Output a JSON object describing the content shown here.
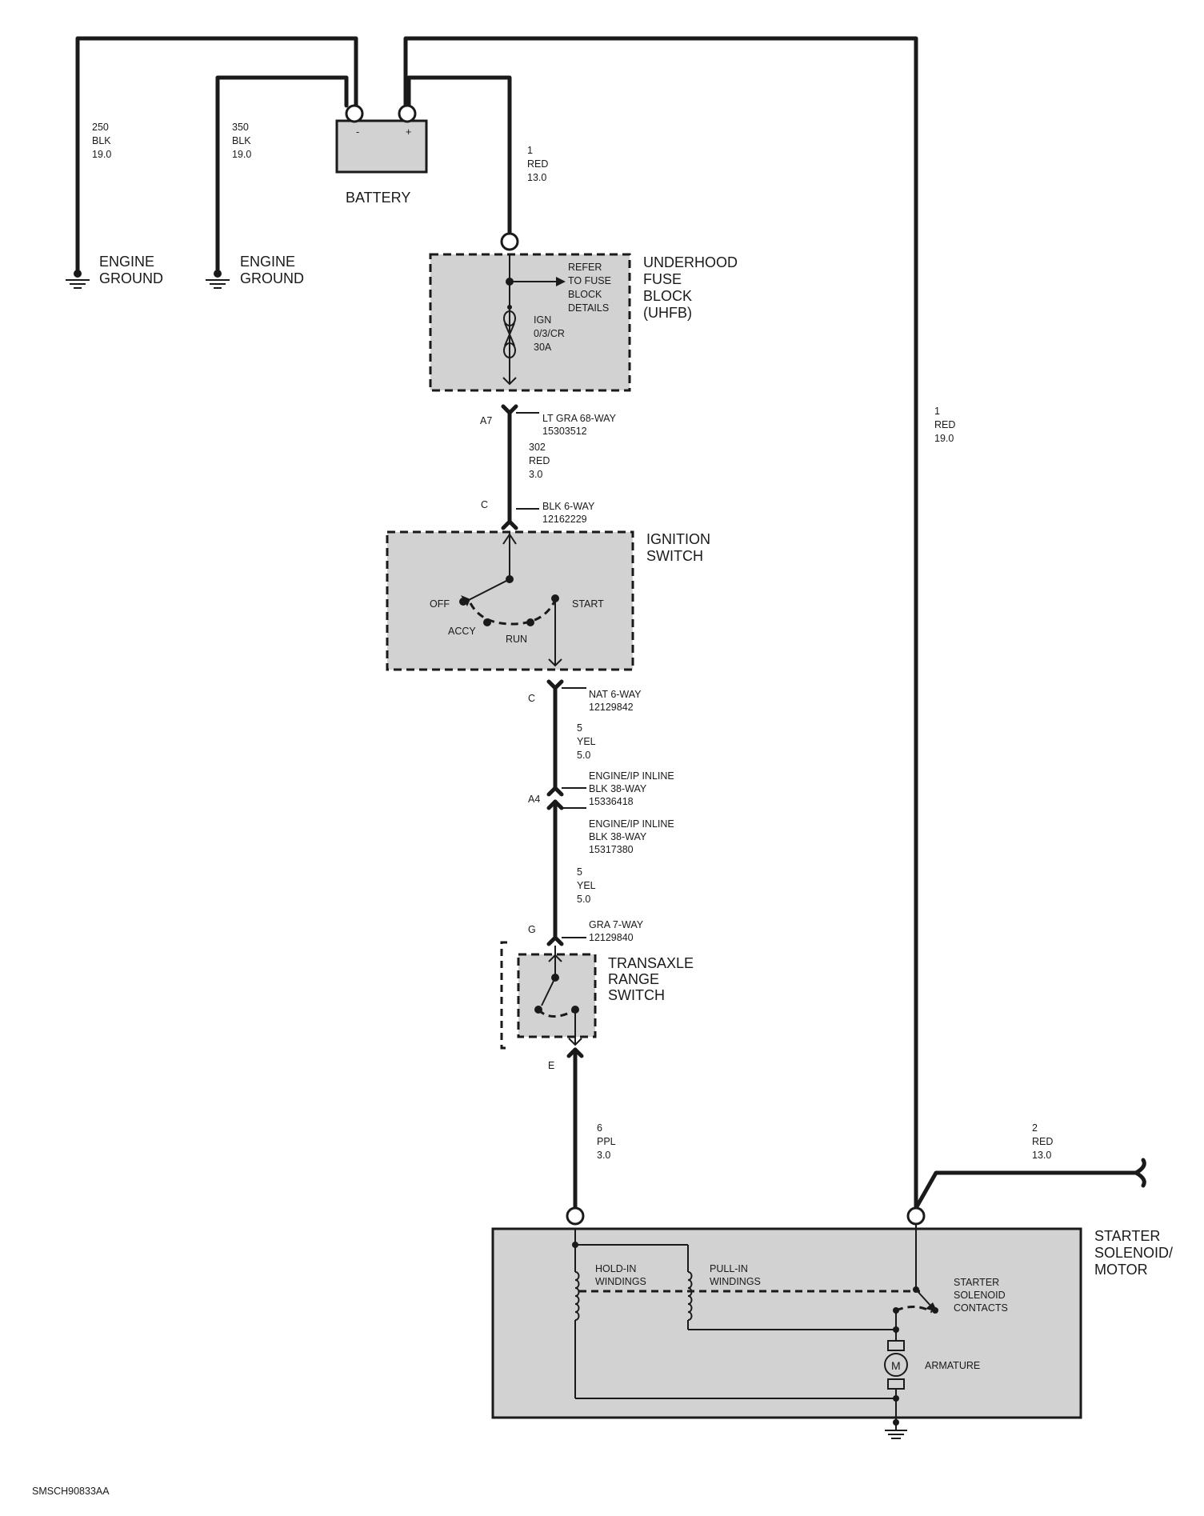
{
  "battery": {
    "label": "BATTERY",
    "neg": "-",
    "pos": "+"
  },
  "grounds": {
    "g1": [
      "ENGINE",
      "GROUND"
    ],
    "g2": [
      "ENGINE",
      "GROUND"
    ]
  },
  "wires": {
    "w250": [
      "250",
      "BLK",
      "19.0"
    ],
    "w350": [
      "350",
      "BLK",
      "19.0"
    ],
    "w1_fuse": [
      "1",
      "RED",
      "13.0"
    ],
    "w1_starter": [
      "1",
      "RED",
      "19.0"
    ],
    "w302": [
      "302",
      "RED",
      "3.0"
    ],
    "w5a": [
      "5",
      "YEL",
      "5.0"
    ],
    "w5b": [
      "5",
      "YEL",
      "5.0"
    ],
    "w6": [
      "6",
      "PPL",
      "3.0"
    ],
    "w2": [
      "2",
      "RED",
      "13.0"
    ]
  },
  "uhfb": {
    "title": [
      "UNDERHOOD",
      "FUSE",
      "BLOCK",
      "(UHFB)"
    ],
    "refer": [
      "REFER",
      "TO FUSE",
      "BLOCK",
      "DETAILS"
    ],
    "fuse": [
      "IGN",
      "0/3/CR",
      "30A"
    ]
  },
  "connectors": {
    "a7": {
      "pin": "A7",
      "text": [
        "LT GRA 68-WAY",
        "15303512"
      ]
    },
    "c1": {
      "pin": "C",
      "text": [
        "BLK 6-WAY",
        "12162229"
      ]
    },
    "c2": {
      "pin": "C",
      "text": [
        "NAT 6-WAY",
        "12129842"
      ]
    },
    "a4": {
      "pin": "A4",
      "text_upper": [
        "ENGINE/IP INLINE",
        "BLK 38-WAY",
        "15336418"
      ],
      "text_lower": [
        "ENGINE/IP INLINE",
        "BLK 38-WAY",
        "15317380"
      ]
    },
    "g": {
      "pin": "G",
      "text": [
        "GRA 7-WAY",
        "12129840"
      ]
    },
    "e": {
      "pin": "E"
    }
  },
  "ignition": {
    "title": [
      "IGNITION",
      "SWITCH"
    ],
    "positions": {
      "off": "OFF",
      "accy": "ACCY",
      "run": "RUN",
      "start": "START"
    }
  },
  "transaxle": {
    "title": [
      "TRANSAXLE",
      "RANGE",
      "SWITCH"
    ]
  },
  "starter": {
    "title": [
      "STARTER",
      "SOLENOID/",
      "MOTOR"
    ],
    "hold": [
      "HOLD-IN",
      "WINDINGS"
    ],
    "pull": [
      "PULL-IN",
      "WINDINGS"
    ],
    "contacts": [
      "STARTER",
      "SOLENOID",
      "CONTACTS"
    ],
    "armature": "ARMATURE",
    "motor": "M"
  },
  "figure_id": "SMSCH90833AA"
}
